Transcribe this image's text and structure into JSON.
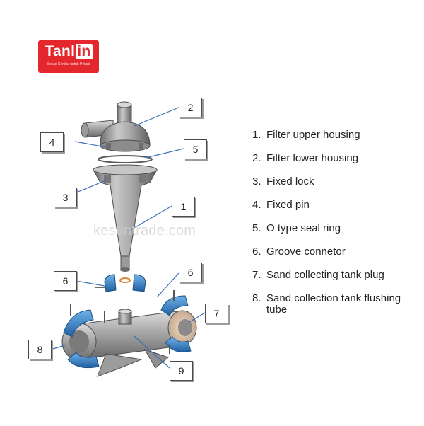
{
  "logo": {
    "brand": "Tanlin",
    "brand_head": "Tanl",
    "brand_tail": "in",
    "tagline": "Solusi Cerdas untuk Petani"
  },
  "watermark": "kesuntrade.com",
  "legend": [
    {
      "num": "1.",
      "text": "Filter upper housing"
    },
    {
      "num": "2.",
      "text": "Filter lower housing"
    },
    {
      "num": "3.",
      "text": "Fixed lock"
    },
    {
      "num": "4.",
      "text": "Fixed pin"
    },
    {
      "num": "5.",
      "text": "O type seal ring"
    },
    {
      "num": "6.",
      "text": "Groove connetor"
    },
    {
      "num": "7.",
      "text": "Sand collecting tank plug"
    },
    {
      "num": "8.",
      "text": "Sand collection tank flushing tube"
    }
  ],
  "callouts": {
    "c1": "1",
    "c2": "2",
    "c3": "3",
    "c4": "4",
    "c5": "5",
    "c6a": "6",
    "c6b": "6",
    "c7": "7",
    "c8": "8",
    "c9": "9"
  },
  "colors": {
    "brand_red": "#e4272d",
    "housing_gray": "#8a8a8a",
    "clamp_blue": "#2f7fc8",
    "leader_blue": "#3b6fb6"
  }
}
